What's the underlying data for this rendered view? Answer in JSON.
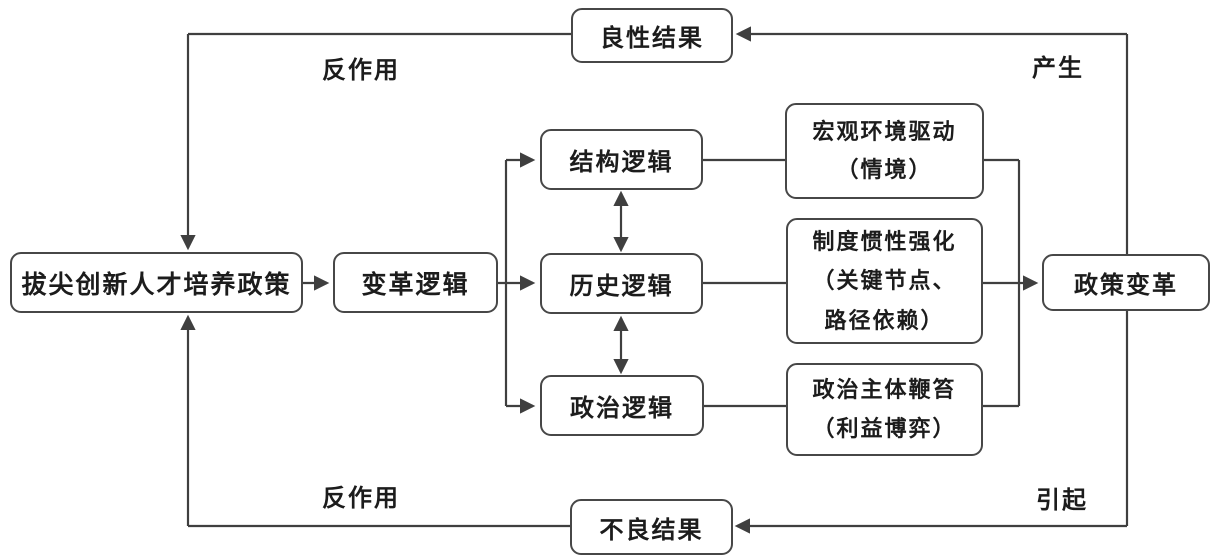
{
  "diagram": {
    "title": "policy-change-logic-flowchart",
    "nodes": {
      "talent_policy": "拔尖创新人才培养政策",
      "change_logic": "变革逻辑",
      "structural_logic": "结构逻辑",
      "historical_logic": "历史逻辑",
      "political_logic": "政治逻辑",
      "macro_environment": "宏观环境驱动\n（情境）",
      "institutional_inertia": "制度惯性强化\n（关键节点、\n路径依赖）",
      "political_whipping": "政治主体鞭笞\n（利益博弈）",
      "policy_change": "政策变革",
      "positive_result": "良性结果",
      "negative_result": "不良结果"
    },
    "edge_labels": {
      "counteract_top": "反作用",
      "produce": "产生",
      "counteract_bottom": "反作用",
      "cause": "引起"
    },
    "colors": {
      "line": "#3f3f3f",
      "box_border": "#474747",
      "text": "#1c1c1c",
      "background": "#ffffff"
    }
  }
}
